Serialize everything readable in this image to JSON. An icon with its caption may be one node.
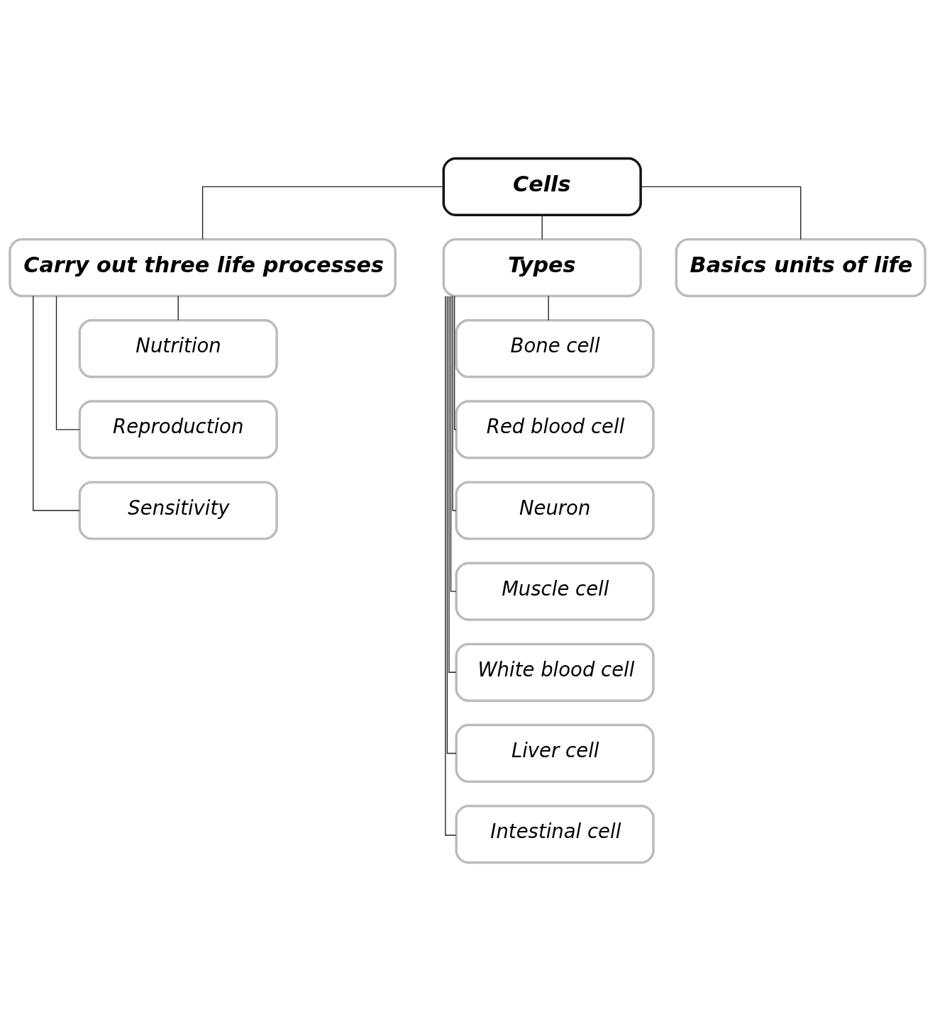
{
  "diagram": {
    "nodes": [
      {
        "text": [
          "Cells"
        ]
      },
      {
        "text": [
          "Carry out three life processes"
        ]
      },
      {
        "text": [
          "Types"
        ]
      },
      {
        "text": [
          "Basics units of life"
        ]
      },
      {
        "text": [
          "Nutrition"
        ]
      },
      {
        "text": [
          "Reproduction"
        ]
      },
      {
        "text": [
          "Sensitivity"
        ]
      },
      {
        "text": [
          "Bone cell"
        ]
      },
      {
        "text": [
          "Red blood cell"
        ]
      },
      {
        "text": [
          "Neuron"
        ]
      },
      {
        "text": [
          "Muscle cell"
        ]
      },
      {
        "text": [
          "White blood cell"
        ]
      },
      {
        "text": [
          "Liver cell"
        ]
      },
      {
        "text": [
          "Intestinal cell"
        ]
      }
    ],
    "edges": [
      {
        "from": 0,
        "to": 1,
        "arrow": "none"
      },
      {
        "from": 0,
        "to": 2,
        "arrow": "none"
      },
      {
        "from": 0,
        "to": 3,
        "arrow": "none"
      },
      {
        "from": 1,
        "to": 4,
        "arrow": "none"
      },
      {
        "from": 1,
        "to": 5,
        "arrow": "none"
      },
      {
        "from": 1,
        "to": 6,
        "arrow": "none"
      },
      {
        "from": 2,
        "to": 7,
        "arrow": "none"
      },
      {
        "from": 2,
        "to": 8,
        "arrow": "none"
      },
      {
        "from": 2,
        "to": 9,
        "arrow": "none"
      },
      {
        "from": 2,
        "to": 10,
        "arrow": "none"
      },
      {
        "from": 2,
        "to": 11,
        "arrow": "none"
      },
      {
        "from": 2,
        "to": 12,
        "arrow": "none"
      },
      {
        "from": 2,
        "to": 13,
        "arrow": "none"
      }
    ]
  }
}
